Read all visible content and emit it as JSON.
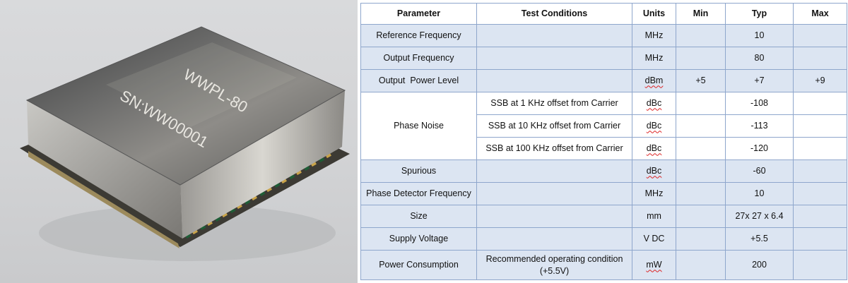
{
  "device": {
    "model_marking": "WWPL-80",
    "serial_marking": "SN:WW00001"
  },
  "table": {
    "headers": {
      "parameter": "Parameter",
      "conditions": "Test Conditions",
      "units": "Units",
      "min": "Min",
      "typ": "Typ",
      "max": "Max"
    },
    "rows": [
      {
        "parameter": "Reference Frequency",
        "conditions": "",
        "units": "MHz",
        "min": "",
        "typ": "10",
        "max": ""
      },
      {
        "parameter": "Output Frequency",
        "conditions": "",
        "units": "MHz",
        "min": "",
        "typ": "80",
        "max": ""
      },
      {
        "parameter": "Output  Power Level",
        "conditions": "",
        "units": "dBm",
        "min": "+5",
        "typ": "+7",
        "max": "+9"
      },
      {
        "parameter": "Phase Noise",
        "conditions": "SSB at 1 KHz offset from Carrier",
        "units": "dBc",
        "min": "",
        "typ": "-108",
        "max": ""
      },
      {
        "parameter": "",
        "conditions": "SSB at 10 KHz offset from Carrier",
        "units": "dBc",
        "min": "",
        "typ": "-113",
        "max": ""
      },
      {
        "parameter": "",
        "conditions": "SSB at 100 KHz offset from Carrier",
        "units": "dBc",
        "min": "",
        "typ": "-120",
        "max": ""
      },
      {
        "parameter": "Spurious",
        "conditions": "",
        "units": "dBc",
        "min": "",
        "typ": "-60",
        "max": ""
      },
      {
        "parameter": "Phase Detector Frequency",
        "conditions": "",
        "units": "MHz",
        "min": "",
        "typ": "10",
        "max": ""
      },
      {
        "parameter": "Size",
        "conditions": "",
        "units": "mm",
        "min": "",
        "typ": "27x 27 x 6.4",
        "max": ""
      },
      {
        "parameter": "Supply Voltage",
        "conditions": "",
        "units": "V DC",
        "min": "",
        "typ": "+5.5",
        "max": ""
      },
      {
        "parameter": "Power Consumption",
        "conditions": "Recommended operating condition (+5.5V)",
        "units": "mW",
        "min": "",
        "typ": "200",
        "max": ""
      }
    ]
  }
}
